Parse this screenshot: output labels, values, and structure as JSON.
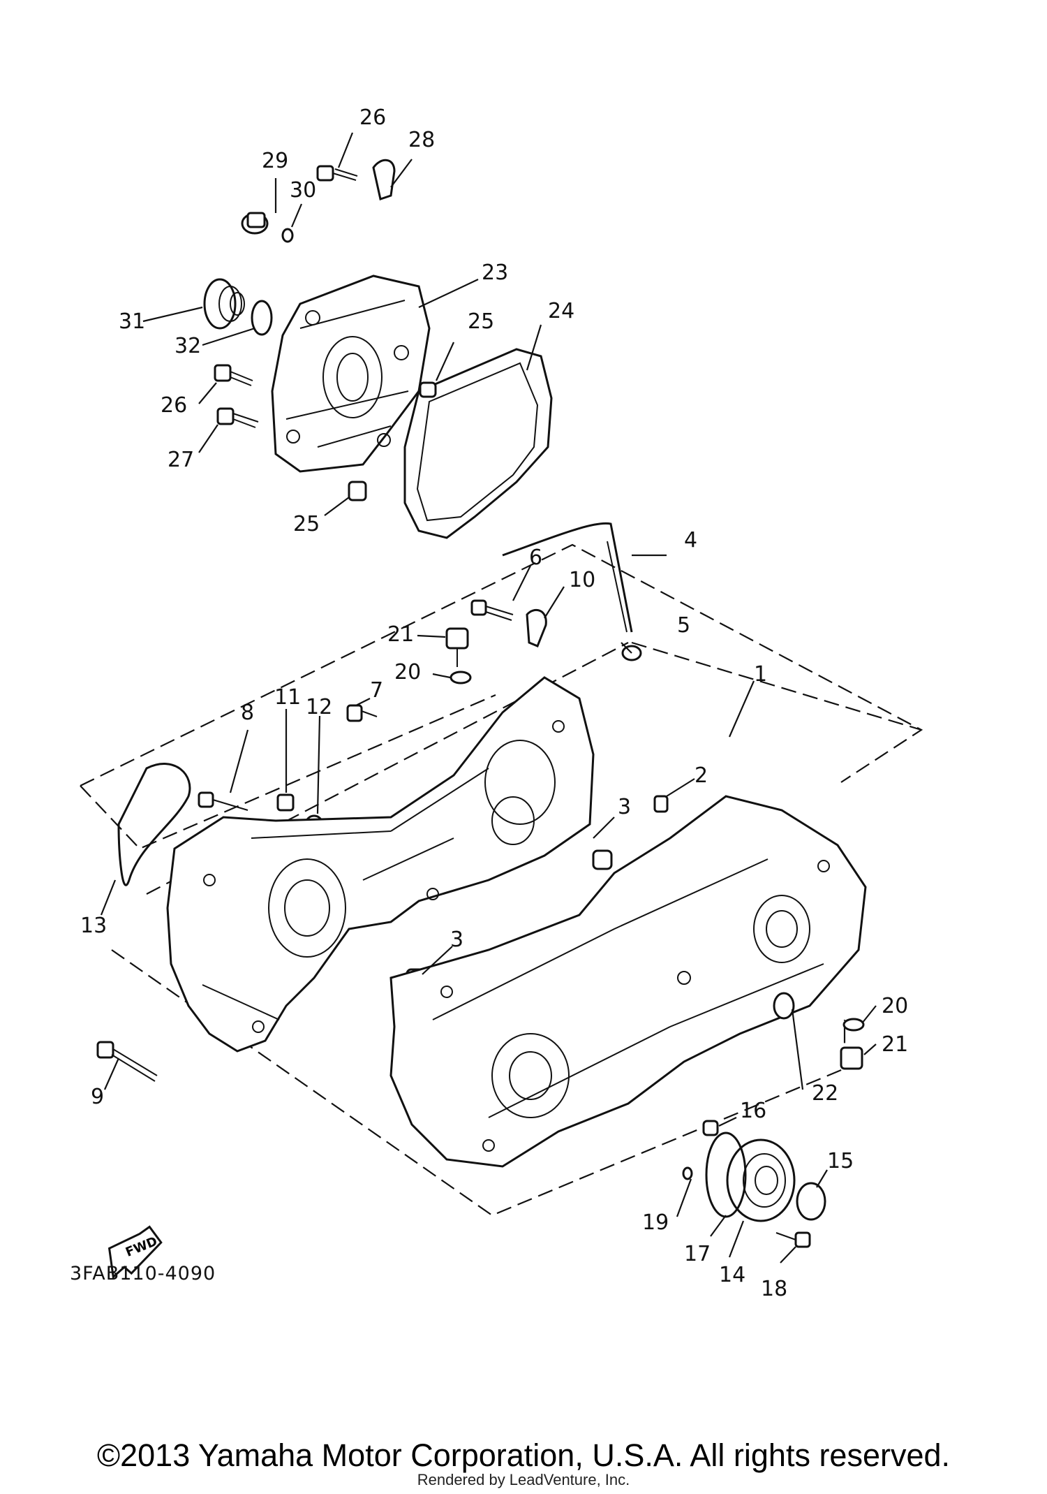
{
  "diagram": {
    "callouts": [
      "1",
      "2",
      "3",
      "3",
      "4",
      "5",
      "6",
      "7",
      "8",
      "9",
      "10",
      "11",
      "12",
      "13",
      "14",
      "15",
      "16",
      "17",
      "18",
      "19",
      "20",
      "20",
      "21",
      "21",
      "22",
      "23",
      "24",
      "25",
      "25",
      "26",
      "26",
      "27",
      "28",
      "29",
      "30",
      "31",
      "32"
    ],
    "fwd_label": "FWD",
    "diagram_code": "3FAB110-4090"
  },
  "footer": {
    "copyright": "©2013 Yamaha Motor Corporation, U.S.A. All rights reserved.",
    "rendered_by": "Rendered by LeadVenture, Inc."
  }
}
